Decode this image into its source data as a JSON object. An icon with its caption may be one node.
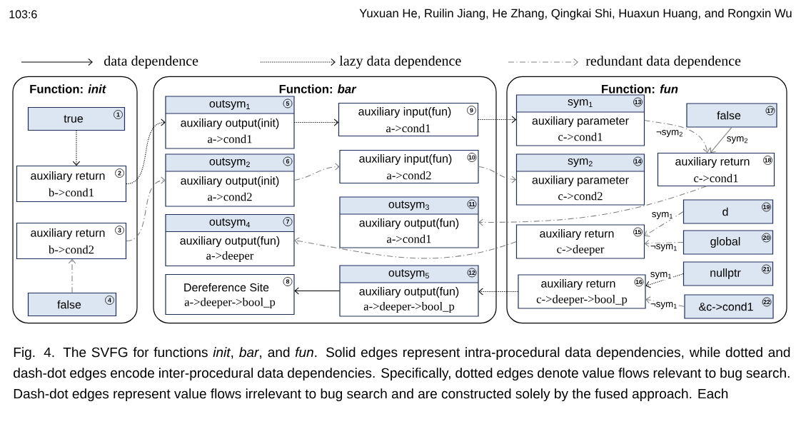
{
  "diagram": {
    "caption": "Fig. 4.  The SVFG for functions *init*, *bar*, and *fun*. Solid edges represent intra-procedural data dependencies, while dotted and dash-dot edges encode inter-procedural data dependencies. Specifically, dotted edges denote value flows relevant to bug search. Dash-dot edges represent value flows irrelevant to bug search and are constructed solely by the fused approach. Each",
    "nodes": [
      {
        "text": [
          "Function: *init*"
        ]
      },
      {
        "text": [
          "true",
          "1"
        ],
        "in": 0
      },
      {
        "text": [
          "auxiliary return",
          "b->cond1",
          "2"
        ],
        "in": 0
      },
      {
        "text": [
          "auxiliary return",
          "b->cond2",
          "3"
        ],
        "in": 0
      },
      {
        "text": [
          "false",
          "4"
        ],
        "in": 0
      },
      {
        "text": [
          "Function: *bar*"
        ]
      },
      {
        "text": [
          "outsym$_{1}$",
          "auxiliary output(init)",
          "a->cond1",
          "5"
        ],
        "in": 5
      },
      {
        "text": [
          "outsym$_{2}$",
          "auxiliary output(init)",
          "a->cond2",
          "6"
        ],
        "in": 5
      },
      {
        "text": [
          "outsym$_{4}$",
          "auxiliary output(fun)",
          "a->deeper",
          "7"
        ],
        "in": 5
      },
      {
        "text": [
          "Dereference Site",
          "a->deeper->bool_p",
          "8"
        ],
        "in": 5
      },
      {
        "text": [
          "auxiliary input(fun)",
          "a->cond1",
          "9"
        ],
        "in": 5
      },
      {
        "text": [
          "auxiliary input(fun)",
          "a->cond2",
          "10"
        ],
        "in": 5
      },
      {
        "text": [
          "outsym$_{3}$",
          "auxiliary output(fun)",
          "a->cond1",
          "11"
        ],
        "in": 5
      },
      {
        "text": [
          "outsym$_{5}$",
          "auxiliary output(fun)",
          "a->deeper->bool_p",
          "12"
        ],
        "in": 5
      },
      {
        "text": [
          "Function: *fun*"
        ]
      },
      {
        "text": [
          "sym$_{1}$",
          "auxiliary parameter",
          "c->cond1",
          "13"
        ],
        "in": 14
      },
      {
        "text": [
          "sym$_{2}$",
          "auxiliary parameter",
          "c->cond2",
          "14"
        ],
        "in": 14
      },
      {
        "text": [
          "auxiliary return",
          "c->deeper",
          "15"
        ],
        "in": 14
      },
      {
        "text": [
          "auxiliary return",
          "c->deeper->bool_p",
          "16"
        ],
        "in": 14
      },
      {
        "text": [
          "false",
          "17"
        ],
        "in": 14
      },
      {
        "text": [
          "auxiliary return",
          "c->cond1",
          "18"
        ],
        "in": 14
      },
      {
        "text": [
          "d",
          "19"
        ],
        "in": 14
      },
      {
        "text": [
          "global",
          "20"
        ],
        "in": 14
      },
      {
        "text": [
          "nullptr",
          "21"
        ],
        "in": 14
      },
      {
        "text": [
          "&c->cond1",
          "22"
        ],
        "in": 14
      }
    ],
    "edges": [
      {
        "from": 1,
        "to": 2,
        "arrow": "to",
        "style": "dashed",
        "color": "#000000"
      },
      {
        "from": 4,
        "to": 3,
        "arrow": "to",
        "style": "dashed",
        "color": "#808080"
      },
      {
        "from": 2,
        "to": 6,
        "arrow": "to",
        "style": "dashed",
        "color": "#000000"
      },
      {
        "from": 3,
        "to": 7,
        "arrow": "to",
        "style": "dashed",
        "color": "#808080"
      },
      {
        "from": 6,
        "to": 10,
        "arrow": "to",
        "style": "dashed",
        "color": "#000000"
      },
      {
        "from": 7,
        "to": 11,
        "arrow": "to",
        "style": "dashed",
        "color": "#808080"
      },
      {
        "from": 10,
        "to": 15,
        "arrow": "to",
        "style": "dashed",
        "color": "#000000"
      },
      {
        "from": 11,
        "to": 16,
        "arrow": "to",
        "style": "dashed",
        "color": "#808080"
      },
      {
        "from": 13,
        "to": 9,
        "arrow": "to",
        "color": "#000000"
      },
      {
        "from": 15,
        "to": 20,
        "arrow": "to",
        "style": "dashed",
        "color": "#808080",
        "label": "¬sym$_{2}$"
      },
      {
        "from": 19,
        "to": 20,
        "arrow": "to",
        "color": "#808080",
        "label": "sym$_{2}$"
      },
      {
        "from": 20,
        "to": 12,
        "arrow": "to",
        "style": "dashed",
        "color": "#808080"
      },
      {
        "from": 17,
        "to": 8,
        "arrow": "to",
        "style": "dashed",
        "color": "#808080"
      },
      {
        "from": 21,
        "to": 17,
        "arrow": "to",
        "style": "dashed",
        "color": "#808080",
        "label": "sym$_{1}$"
      },
      {
        "from": 22,
        "to": 17,
        "arrow": "to",
        "style": "dashed",
        "color": "#808080",
        "label": "¬sym$_{1}$"
      },
      {
        "from": 23,
        "to": 18,
        "arrow": "to",
        "style": "dashed",
        "color": "#000000",
        "label": "sym$_{1}$"
      },
      {
        "from": 24,
        "to": 18,
        "arrow": "to",
        "style": "dashed",
        "color": "#808080",
        "label": "¬sym$_{1}$"
      },
      {
        "from": 18,
        "to": 13,
        "arrow": "to",
        "style": "dashed",
        "color": "#000000"
      }
    ],
    "labels": [
      "103:6",
      "Yuxuan He, Ruilin Jiang, He Zhang, Qingkai Shi, Huaxun Huang, and Rongxin Wu"
    ],
    "legend": [
      {
        "text": "data dependence"
      },
      {
        "text": "lazy data dependence"
      },
      {
        "text": "redundant data dependence"
      }
    ]
  }
}
